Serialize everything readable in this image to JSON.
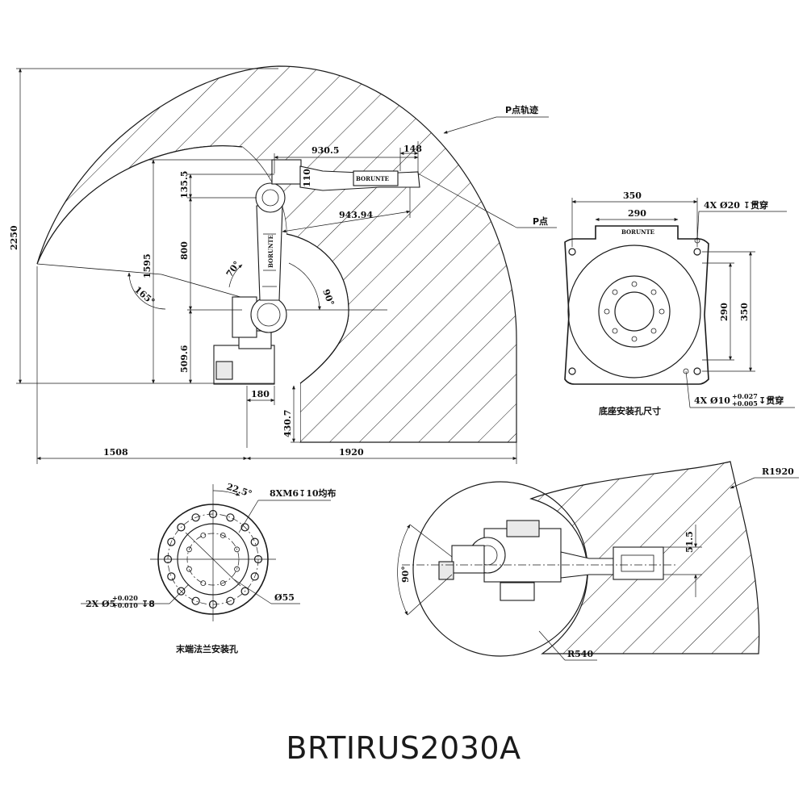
{
  "title": "BRTIRUS2030A",
  "brand": "BORUNTE",
  "main_view": {
    "p_trajectory_label": "P点轨迹",
    "p_point_label": "P点",
    "dims": {
      "reach_top": "930.5",
      "wrist_offset": "148",
      "reach_diag": "943.94",
      "total_height": "2250",
      "shoulder_height": "1595",
      "arm_length": "800",
      "upper_offset": "135.5",
      "base_height": "509.6",
      "base_offset": "180",
      "below_base": "430.7",
      "left_reach": "1508",
      "right_reach": "1920",
      "wrist_small": "110"
    },
    "angles": {
      "j2_back": "165°",
      "j2_up": "70°",
      "j3": "90°"
    }
  },
  "base_view": {
    "caption": "底座安装孔尺寸",
    "dims": {
      "outer_width": "350",
      "inner_width": "290",
      "outer_height": "350",
      "inner_height": "290"
    },
    "holes_top": "4X Ø20 ↧贯穿",
    "holes_bottom_prefix": "4X Ø10",
    "holes_bottom_tol_upper": "+0.027",
    "holes_bottom_tol_lower": "+0.005",
    "holes_bottom_suffix": "↧贯穿"
  },
  "flange_view": {
    "caption": "末端法兰安装孔",
    "angle": "22.5°",
    "threads": "8XM6↧10均布",
    "pin_holes_prefix": "2X Ø5",
    "pin_tol_upper": "+0.020",
    "pin_tol_lower": "+0.010",
    "pin_depth": "↧8",
    "diameter": "Ø55"
  },
  "top_view": {
    "outer_radius": "R1920",
    "inner_radius": "R540",
    "angle": "90°",
    "offset": "51.5"
  }
}
